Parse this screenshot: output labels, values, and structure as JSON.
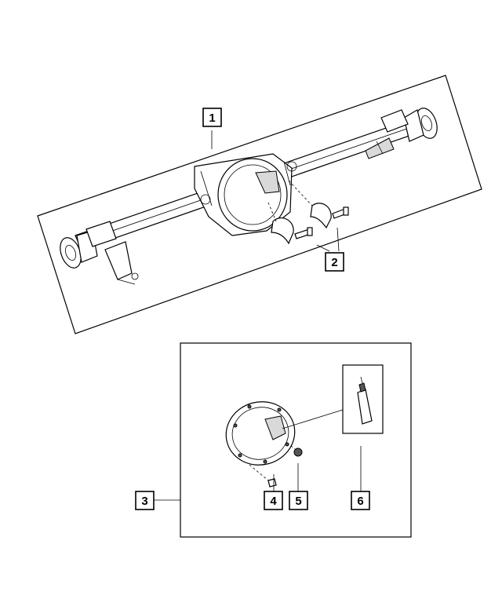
{
  "callouts": [
    {
      "id": "1",
      "label": "1"
    },
    {
      "id": "2",
      "label": "2"
    },
    {
      "id": "3",
      "label": "3"
    },
    {
      "id": "4",
      "label": "4"
    },
    {
      "id": "5",
      "label": "5"
    },
    {
      "id": "6",
      "label": "6"
    }
  ],
  "icons": {
    "axle": "axle-housing-icon",
    "bearing_caps": "bearing-cap-icon",
    "cover": "differential-cover-icon",
    "bolt": "bolt-icon",
    "plug": "fill-plug-icon",
    "sealant": "sealant-tube-icon"
  }
}
